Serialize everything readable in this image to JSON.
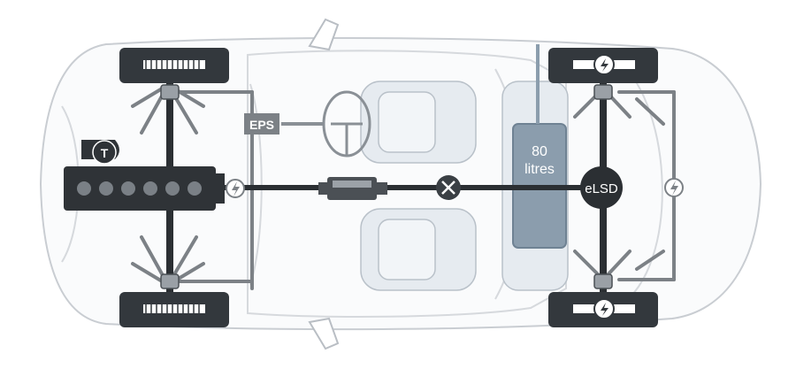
{
  "labels": {
    "eps": "EPS",
    "tank_line1": "80",
    "tank_line2": "litres",
    "elsd": "eLSD",
    "turbo": "T"
  },
  "icons": {
    "electric": "lightning-bolt-icon",
    "brake": "brake-actuator-icon",
    "turbo": "turbocharger-icon"
  },
  "colors": {
    "body_outline": "#c9cdd2",
    "seat_fill": "#e6ebf0",
    "drivetrain": "#2b2f33",
    "suspension": "#7c8186",
    "tank": "#8b9dad",
    "tank_edge": "#6f8293",
    "wheel": "#33383d",
    "background": "#ffffff"
  }
}
